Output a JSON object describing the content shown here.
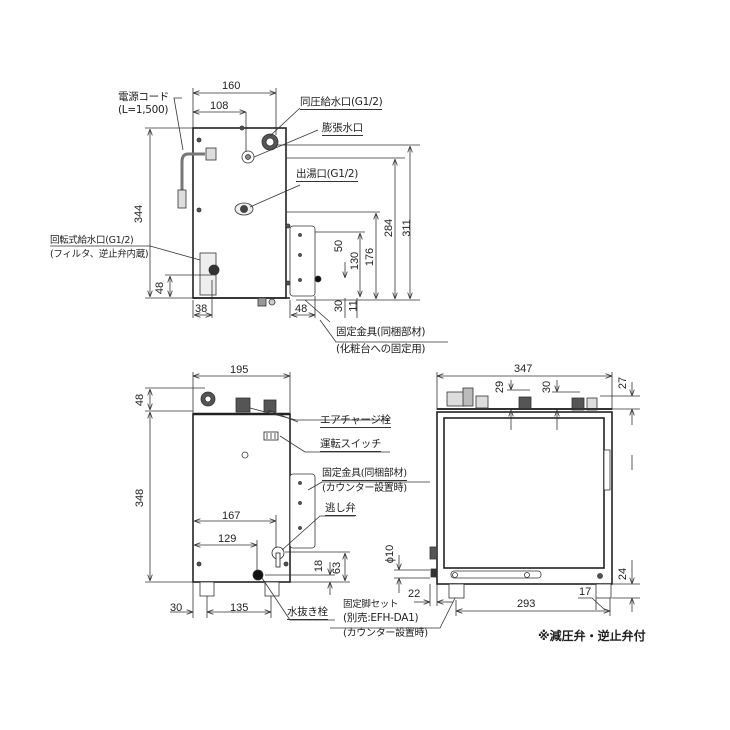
{
  "diagram": {
    "type": "technical dimension drawing",
    "subject": "electric water heater (3 views)",
    "units": "mm",
    "footnote": "※減圧弁・逆止弁付",
    "top_view": {
      "labels": {
        "power_cord": "電源コード",
        "power_cord_length": "(L=1,500)",
        "same_pressure_inlet": "同圧給水口(G1/2)",
        "expansion_outlet": "膨張水口",
        "hot_water_outlet": "出湯口(G1/2)",
        "rotary_inlet": "回転式給水口(G1/2)",
        "rotary_inlet_note": "(フィルタ、逆止弁内蔵)",
        "bracket": "固定金具(同梱部材)",
        "bracket_note": "(化粧台への固定用)"
      },
      "dims": {
        "w160": "160",
        "w108": "108",
        "h344": "344",
        "h48": "48",
        "w38": "38",
        "h311": "311",
        "h284": "284",
        "h176": "176",
        "h130": "130",
        "h50": "50",
        "w48": "48",
        "h30": "30",
        "h11": "11"
      }
    },
    "front_view": {
      "labels": {
        "air_charge": "エアチャージ栓",
        "run_switch": "運転スイッチ",
        "bracket": "固定金具(同梱部材)",
        "bracket_note": "(カウンター設置時)",
        "relief_valve": "逃し弁",
        "drain_plug": "水抜き栓"
      },
      "dims": {
        "w195": "195",
        "h48": "48",
        "h348": "348",
        "w167": "167",
        "w129": "129",
        "h18": "18",
        "h63": "63",
        "w30": "30",
        "w135": "135"
      }
    },
    "side_view": {
      "labels": {
        "leg_set": "固定脚セット",
        "leg_set_model": "(別売:EFH-DA1)",
        "leg_set_note": "(カウンター設置時)"
      },
      "dims": {
        "w347": "347",
        "h29": "29",
        "h30": "30",
        "h27": "27",
        "d10": "ϕ10",
        "w22": "22",
        "w293": "293",
        "w17": "17",
        "h24": "24"
      }
    }
  }
}
